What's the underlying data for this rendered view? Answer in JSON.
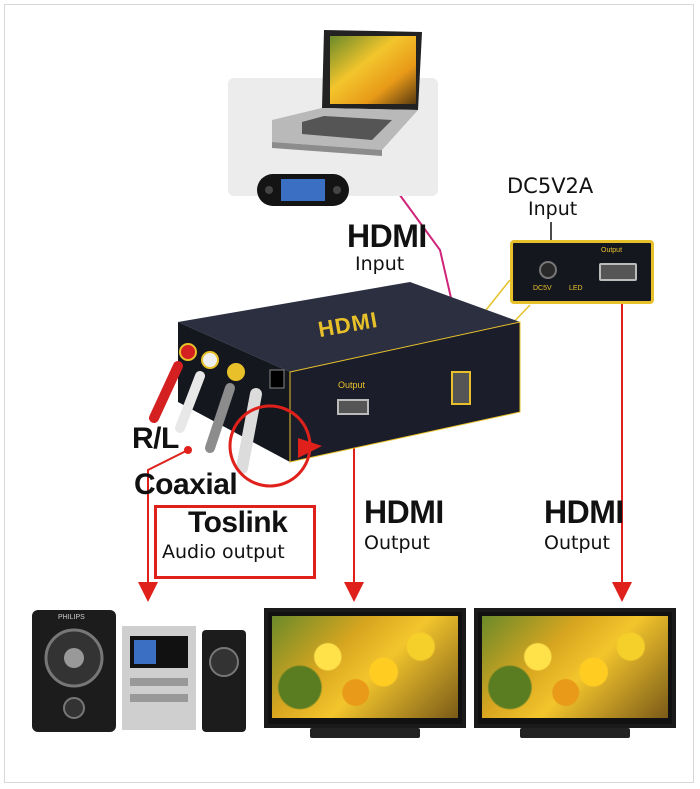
{
  "labels": {
    "hdmi_input_title": "HDMI",
    "hdmi_input_sub": "Input",
    "dc_title": "DC5V2A",
    "dc_sub": "Input",
    "rl": "R/L",
    "coaxial": "Coaxial",
    "toslink": "Toslink",
    "audio_output": "Audio output",
    "hdmi_output1_title": "HDMI",
    "hdmi_output1_sub": "Output",
    "hdmi_output2_title": "HDMI",
    "hdmi_output2_sub": "Output"
  },
  "device": {
    "logo": "HDMI",
    "port_output": "Output",
    "port_coaxial": "Coaxial",
    "port_toslink": "Toslink",
    "inset_output": "Output",
    "inset_dc": "DC5V",
    "inset_led": "LED",
    "brand_speaker": "PHILIPS"
  },
  "colors": {
    "accent_red": "#e0201a",
    "line_magenta": "#d0237a",
    "gold": "#e8c12a",
    "device_body": "#1a1d2a"
  }
}
